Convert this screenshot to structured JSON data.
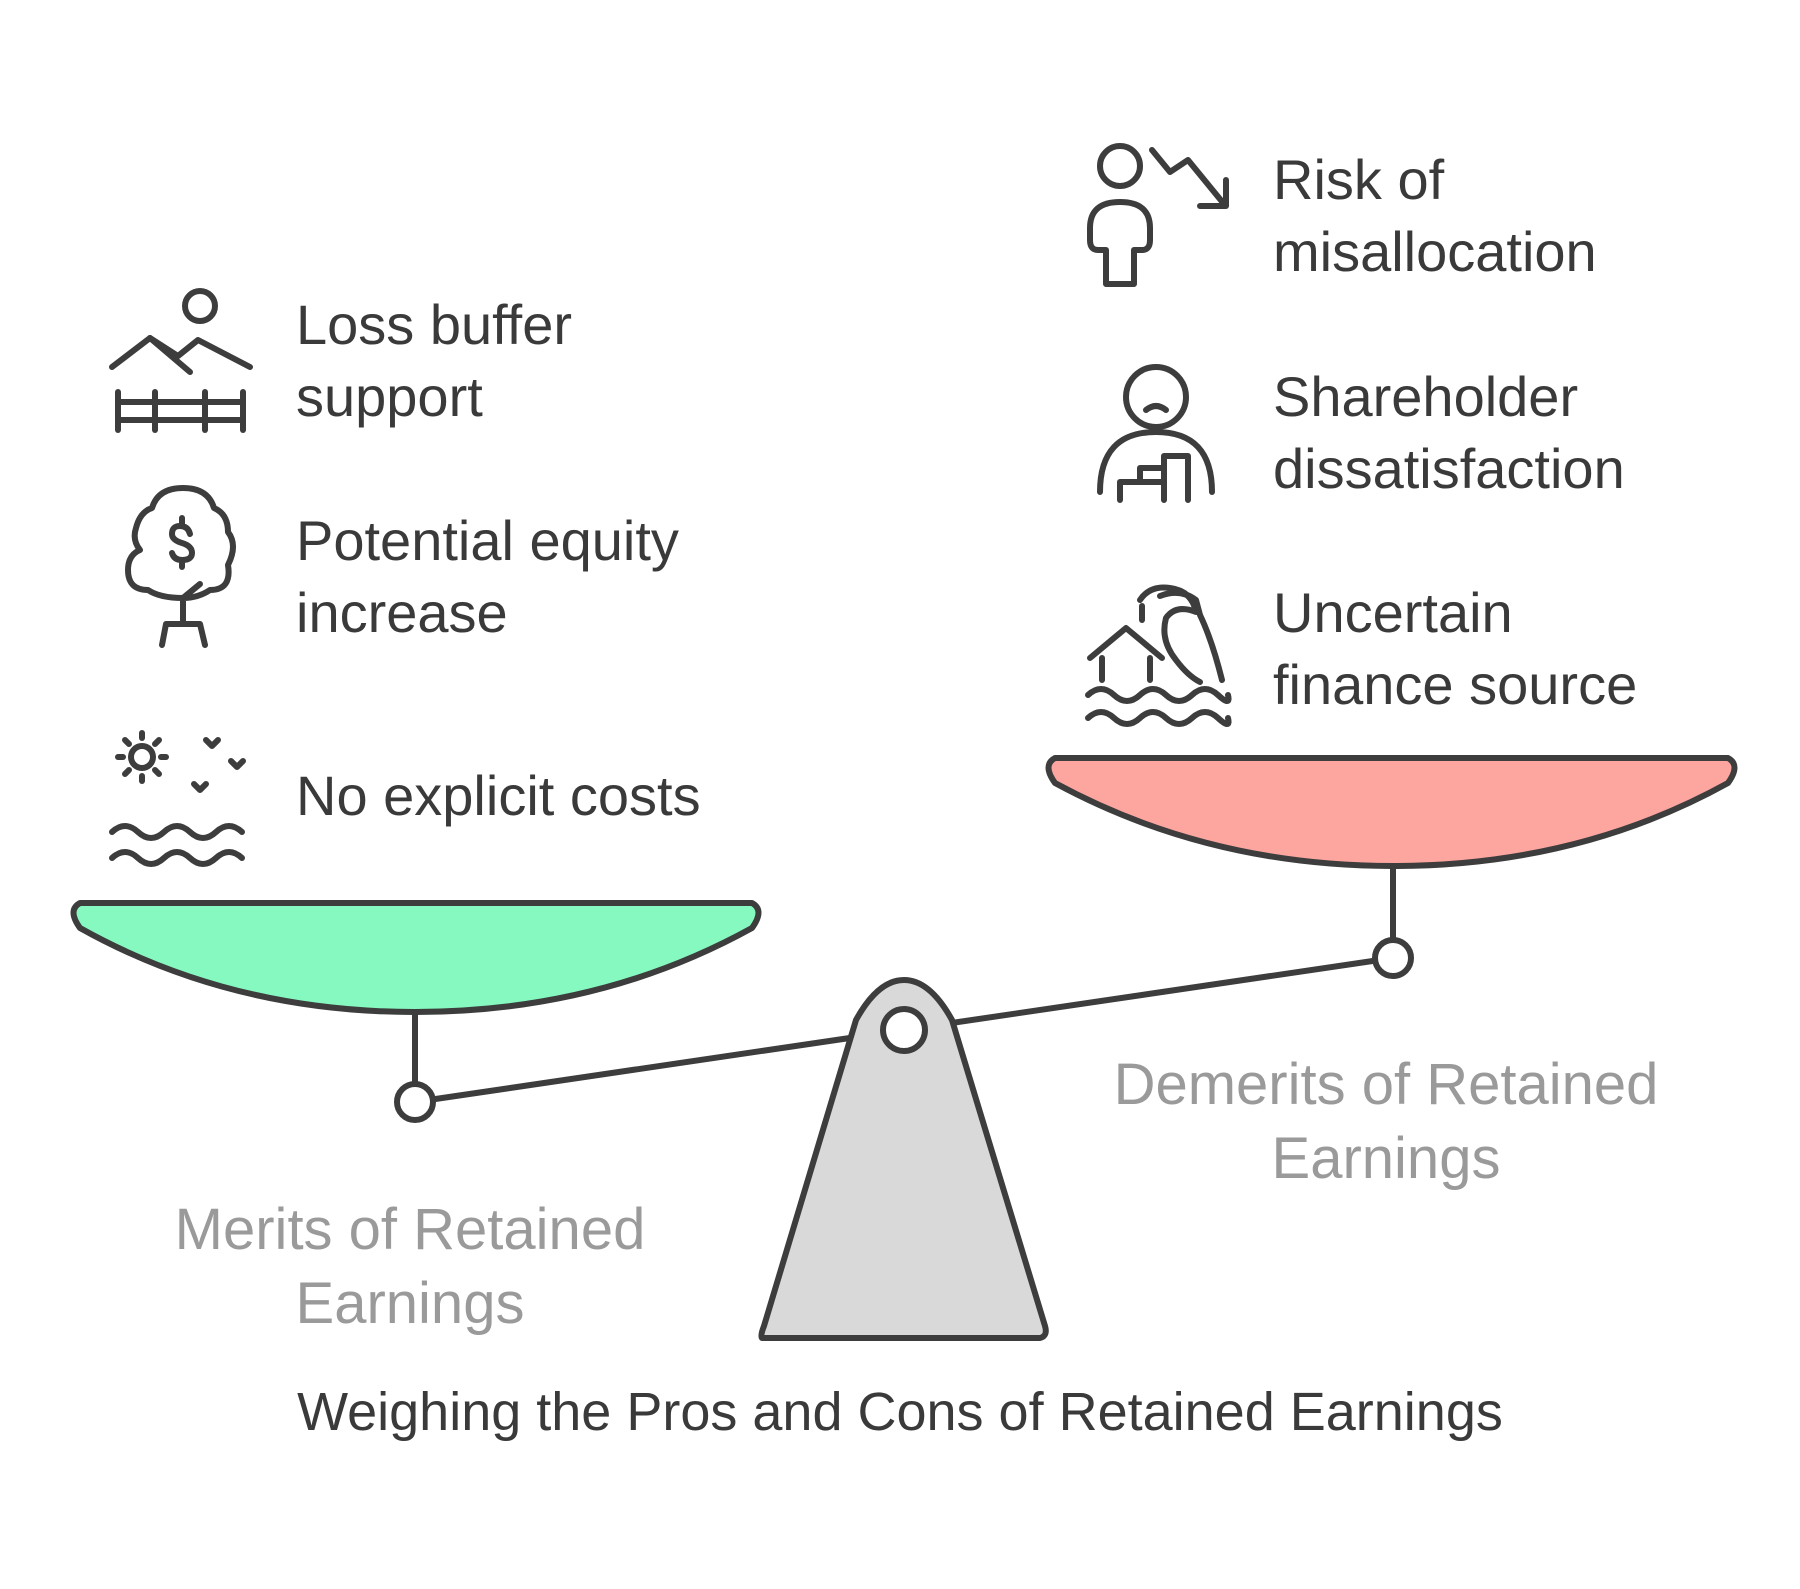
{
  "title": "Weighing the Pros and Cons of Retained Earnings",
  "merits": {
    "label_line1": "Merits of Retained",
    "label_line2": "Earnings",
    "color": "#86f9c0",
    "items": [
      {
        "line1": "Loss buffer",
        "line2": "support",
        "icon": "mountain-fence-icon"
      },
      {
        "line1": "Potential equity",
        "line2": "increase",
        "icon": "money-tree-icon"
      },
      {
        "line1": "No explicit costs",
        "line2": "",
        "icon": "sun-birds-waves-icon"
      }
    ]
  },
  "demerits": {
    "label_line1": "Demerits of Retained",
    "label_line2": "Earnings",
    "color": "#fda6a0",
    "items": [
      {
        "line1": "Risk of",
        "line2": "misallocation",
        "icon": "person-down-arrow-icon"
      },
      {
        "line1": "Shareholder",
        "line2": "dissatisfaction",
        "icon": "sad-person-icon"
      },
      {
        "line1": "Uncertain",
        "line2": "finance source",
        "icon": "house-flood-wave-icon"
      }
    ]
  },
  "fulcrum_color": "#d9d9d9"
}
